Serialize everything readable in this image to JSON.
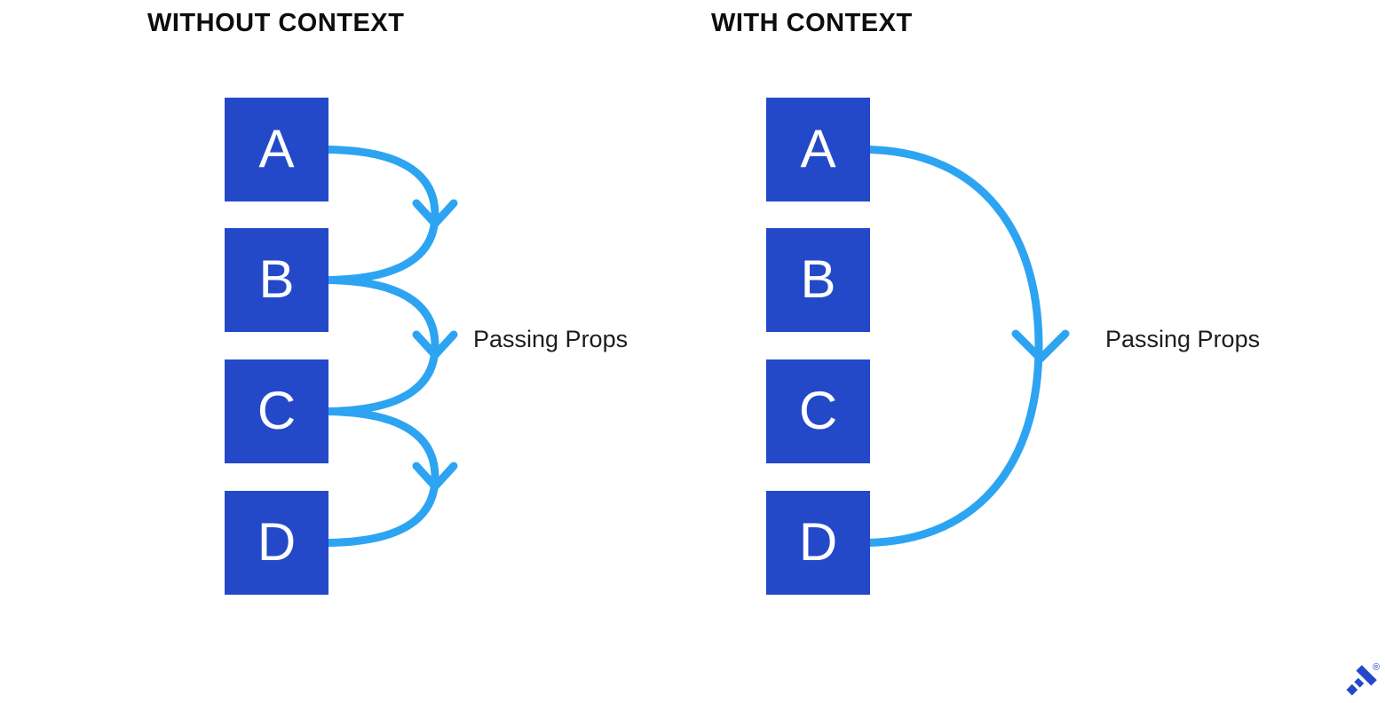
{
  "diagrams": {
    "without_context": {
      "title": "WITHOUT CONTEXT",
      "nodes": [
        "A",
        "B",
        "C",
        "D"
      ],
      "label": "Passing Props",
      "connections": [
        "A→B",
        "B→C",
        "C→D"
      ]
    },
    "with_context": {
      "title": "WITH CONTEXT",
      "nodes": [
        "A",
        "B",
        "C",
        "D"
      ],
      "label": "Passing Props",
      "connections": [
        "A→D"
      ]
    }
  },
  "branding": {
    "logo": "toptal-logo",
    "registered_mark": "®"
  },
  "colors": {
    "node_fill": "#2449C8",
    "arrow": "#2DA4F2",
    "title_text": "#0d0d0d",
    "label_text": "#1d1d1d",
    "background": "#ffffff"
  }
}
